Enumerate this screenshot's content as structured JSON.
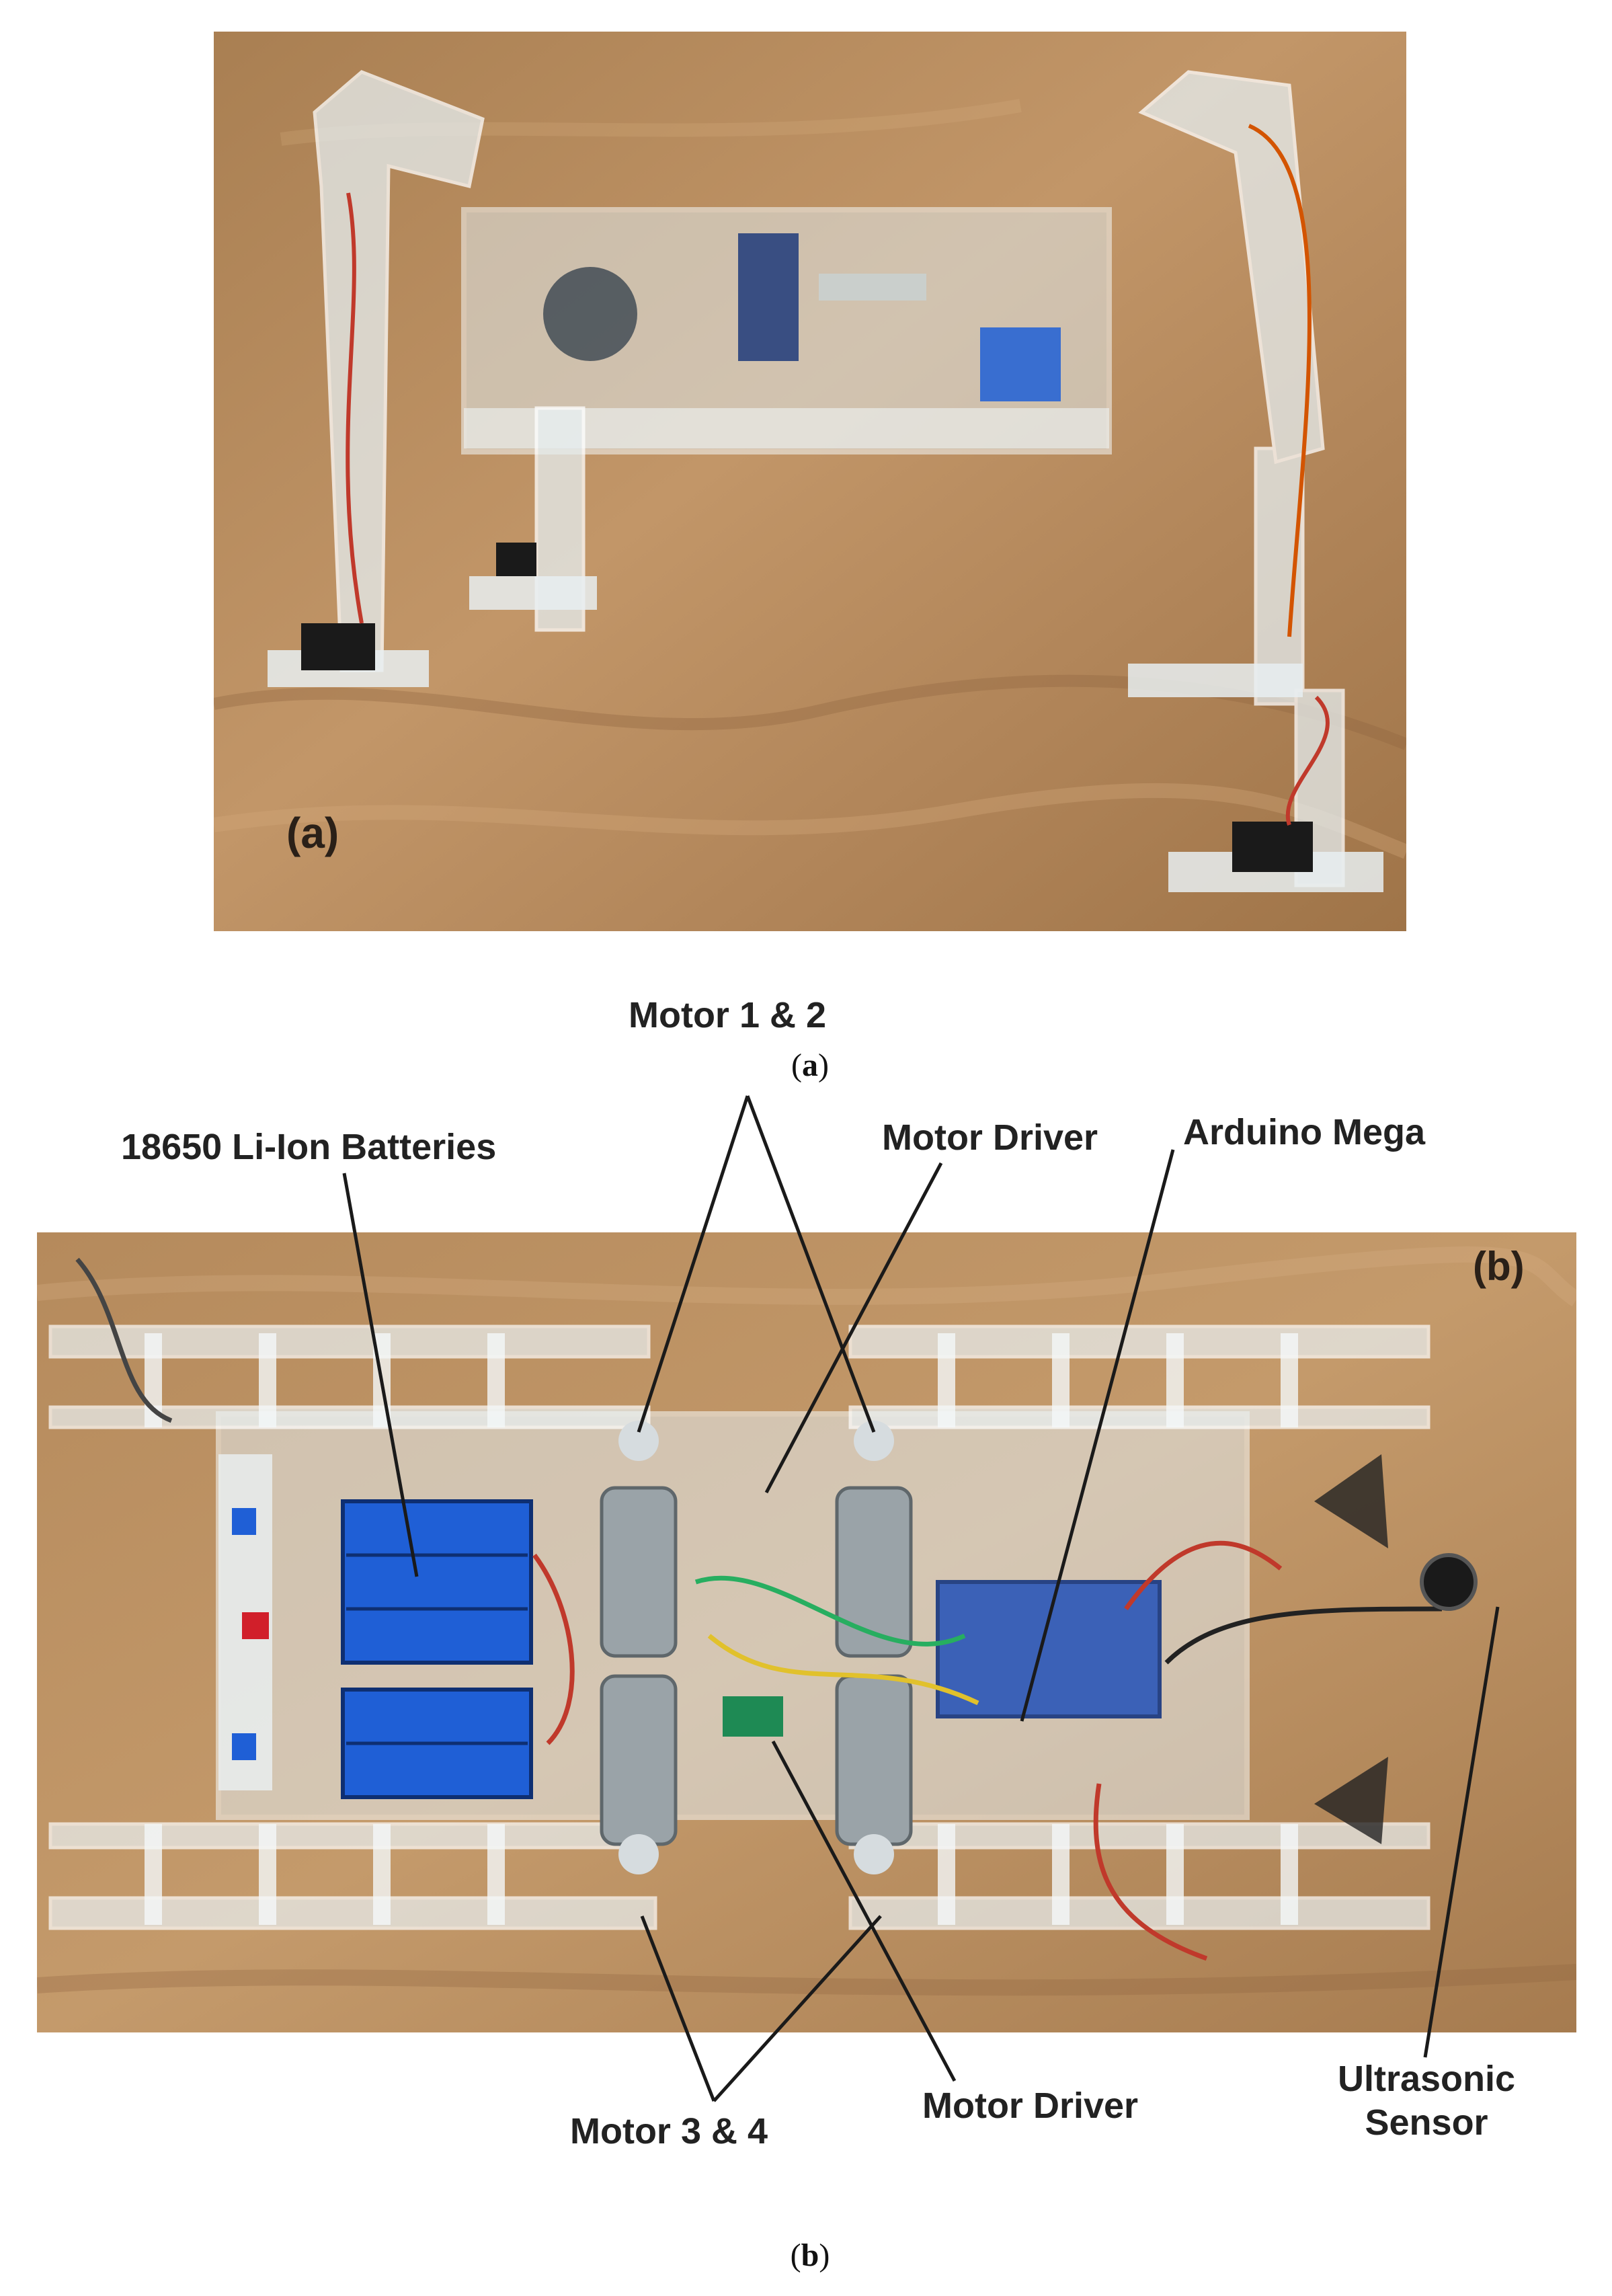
{
  "panel_a": {
    "tag": "(a)",
    "caption_letter": "a"
  },
  "panel_b": {
    "tag": "(b)",
    "caption_letter": "b"
  },
  "labels": {
    "motor_1_2": "Motor 1 & 2",
    "batteries": "18650 Li-Ion Batteries",
    "motor_driver_top": "Motor Driver",
    "arduino": "Arduino Mega",
    "motor_3_4": "Motor 3 & 4",
    "motor_driver_bottom": "Motor Driver",
    "ultrasonic_line1": "Ultrasonic",
    "ultrasonic_line2": "Sensor"
  },
  "colors": {
    "fabric": "#b98e5e",
    "acrylic": "#e8eef0",
    "battery_blue": "#1f5fd6",
    "motor_grey": "#9aa3a8",
    "board_blue": "#2b57b8"
  }
}
